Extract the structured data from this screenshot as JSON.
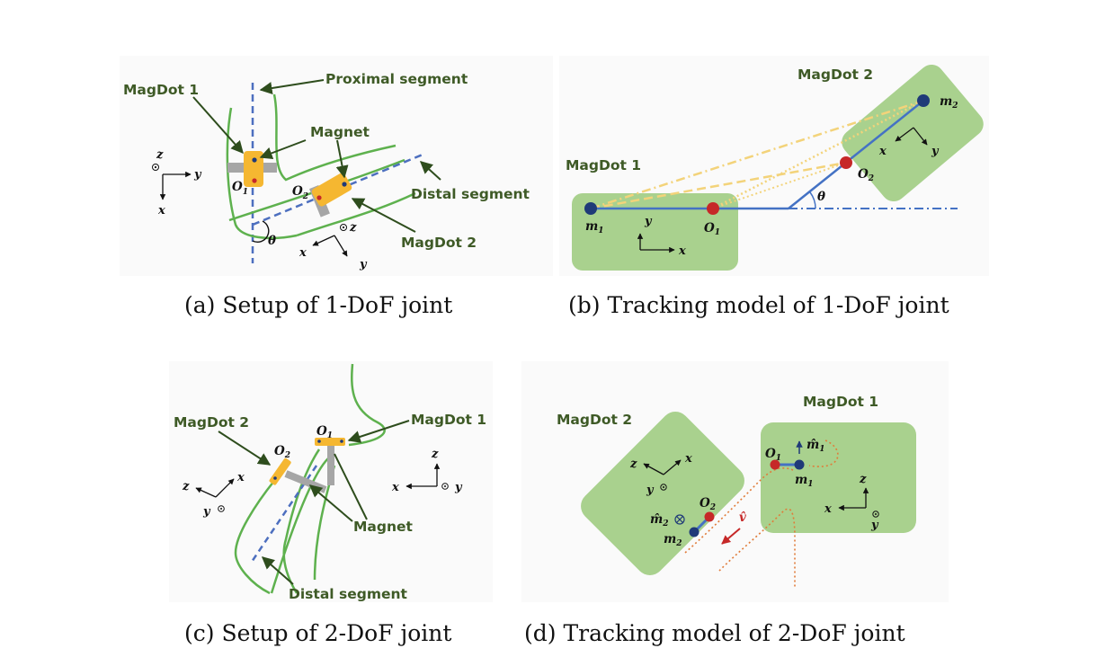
{
  "panels": {
    "a": {
      "caption": "(a)  Setup of 1-DoF joint",
      "labels": {
        "proximal": "Proximal segment",
        "magdot1": "MagDot 1",
        "magnet": "Magnet",
        "distal": "Distal segment",
        "magdot2": "MagDot 2"
      },
      "symbols": {
        "o": "O",
        "o1": "1",
        "o2": "2",
        "theta": "θ"
      },
      "axes": {
        "z": "z",
        "y": "y",
        "x": "x"
      }
    },
    "b": {
      "caption": "(b)  Tracking model of 1-DoF joint",
      "labels": {
        "magdot1": "MagDot 1",
        "magdot2": "MagDot 2"
      },
      "symbols": {
        "m": "m",
        "o": "O",
        "one": "1",
        "two": "2",
        "theta": "θ"
      },
      "axes": {
        "x": "x",
        "y": "y"
      }
    },
    "c": {
      "caption": "(c)  Setup of 2-DoF joint",
      "labels": {
        "magdot2": "MagDot 2",
        "magdot1": "MagDot 1",
        "magnet": "Magnet",
        "distal": "Distal segment"
      },
      "symbols": {
        "o": "O",
        "one": "1",
        "two": "2"
      },
      "axes": {
        "x": "x",
        "y": "y",
        "z": "z"
      }
    },
    "d": {
      "caption": "(d)  Tracking model of 2-DoF joint",
      "labels": {
        "magdot2": "MagDot 2",
        "magdot1": "MagDot 1"
      },
      "symbols": {
        "m": "m",
        "mhat": "m̂",
        "o": "O",
        "one": "1",
        "two": "2",
        "vhat": "v̂"
      },
      "axes": {
        "x": "x",
        "y": "y",
        "z": "z"
      }
    }
  },
  "colors": {
    "green_region": "#a9d18e",
    "segment": "#5eb14e",
    "dashed_axis": "#4d6fbf",
    "joint_line": "#4472c4",
    "magnet_body": "#f5b731",
    "bracket": "#a6a6a6",
    "dot_blue": "#1f3a78",
    "dot_red": "#c62828",
    "yellow_line": "#f3d37a",
    "leader": "#2e4d1d"
  }
}
